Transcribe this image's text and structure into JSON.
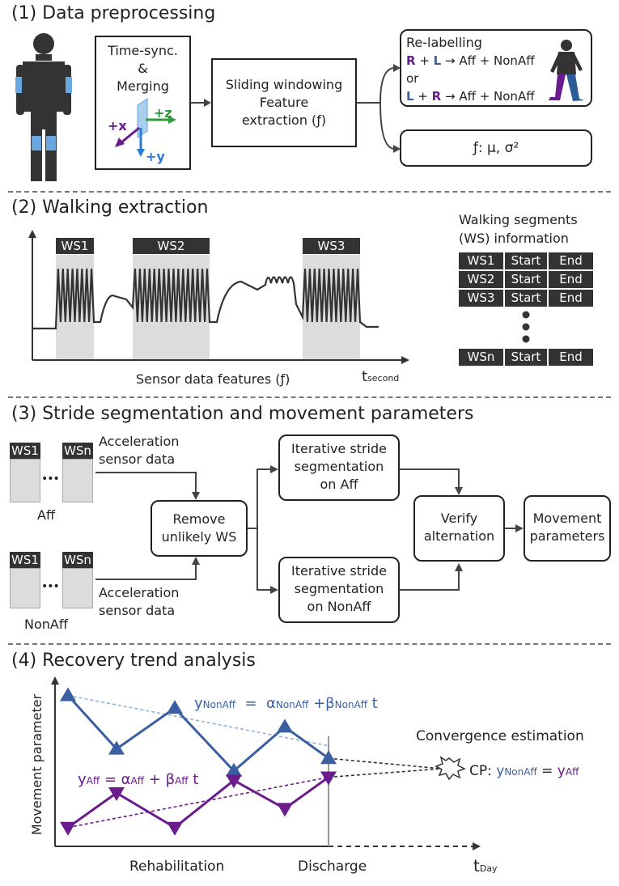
{
  "sections": {
    "s1": "(1) Data preprocessing",
    "s2": "(2) Walking extraction",
    "s3": "(3) Stride segmentation and movement parameters",
    "s4": "(4) Recovery trend analysis"
  },
  "s1": {
    "timesync": [
      "Time-sync.",
      "&",
      "Merging"
    ],
    "axes": {
      "x": "+x",
      "y": "+y",
      "z": "+z"
    },
    "sliding": [
      "Sliding windowing",
      "Feature",
      "extraction (ƒ)"
    ],
    "relabel_title": "Re-labelling",
    "relabel_line1": {
      "a": "R",
      "plus": " + ",
      "b": "L",
      "rest": " → Aff + NonAff"
    },
    "relabel_or": "or",
    "relabel_line2": {
      "a": "L",
      "plus": " + ",
      "b": "R",
      "rest": " → Aff + NonAff"
    },
    "features": "ƒ: μ, σ²"
  },
  "s2": {
    "ws_tags": [
      "WS1",
      "WS2",
      "WS3"
    ],
    "xlabel": "Sensor data features (ƒ)",
    "t": "t",
    "t_sub": "second",
    "info_title": [
      "Walking segments",
      "(WS) information"
    ],
    "table": [
      [
        "WS1",
        "Start",
        "End"
      ],
      [
        "WS2",
        "Start",
        "End"
      ],
      [
        "WS3",
        "Start",
        "End"
      ],
      [
        "WSn",
        "Start",
        "End"
      ]
    ]
  },
  "s3": {
    "ws_first": "WS1",
    "ws_last": "WSn",
    "dots": "•••",
    "accel_top": [
      "Acceleration",
      "sensor data"
    ],
    "accel_bottom": [
      "Acceleration",
      "sensor data"
    ],
    "aff": "Aff",
    "nonaff": "NonAff",
    "remove": [
      "Remove",
      "unlikely WS"
    ],
    "iter_aff": [
      "Iterative stride",
      "segmentation",
      "on Aff"
    ],
    "iter_nonaff": [
      "Iterative stride",
      "segmentation",
      "on NonAff"
    ],
    "verify": [
      "Verify",
      "alternation"
    ],
    "movement": [
      "Movement",
      "parameters"
    ]
  },
  "s4": {
    "ylabel": "Movement parameter",
    "eq_nonaff": "y_NonAff = α_NonAff + β_NonAff t",
    "eq_aff": "y_Aff = α_Aff + β_Aff t",
    "convergence": "Convergence estimation",
    "cp": "CP: y_NonAff = y_Aff",
    "rehab": "Rehabilitation",
    "discharge": "Discharge",
    "t": "t",
    "t_sub": "Day",
    "nonaff_values": [
      5.6,
      3.9,
      5.2,
      3.2,
      4.6,
      3.6
    ],
    "aff_values": [
      1.4,
      2.5,
      1.4,
      2.9,
      2.0,
      3.0
    ],
    "colors": {
      "nonaff": "#3b5fa0",
      "aff": "#6a1b8c"
    }
  }
}
